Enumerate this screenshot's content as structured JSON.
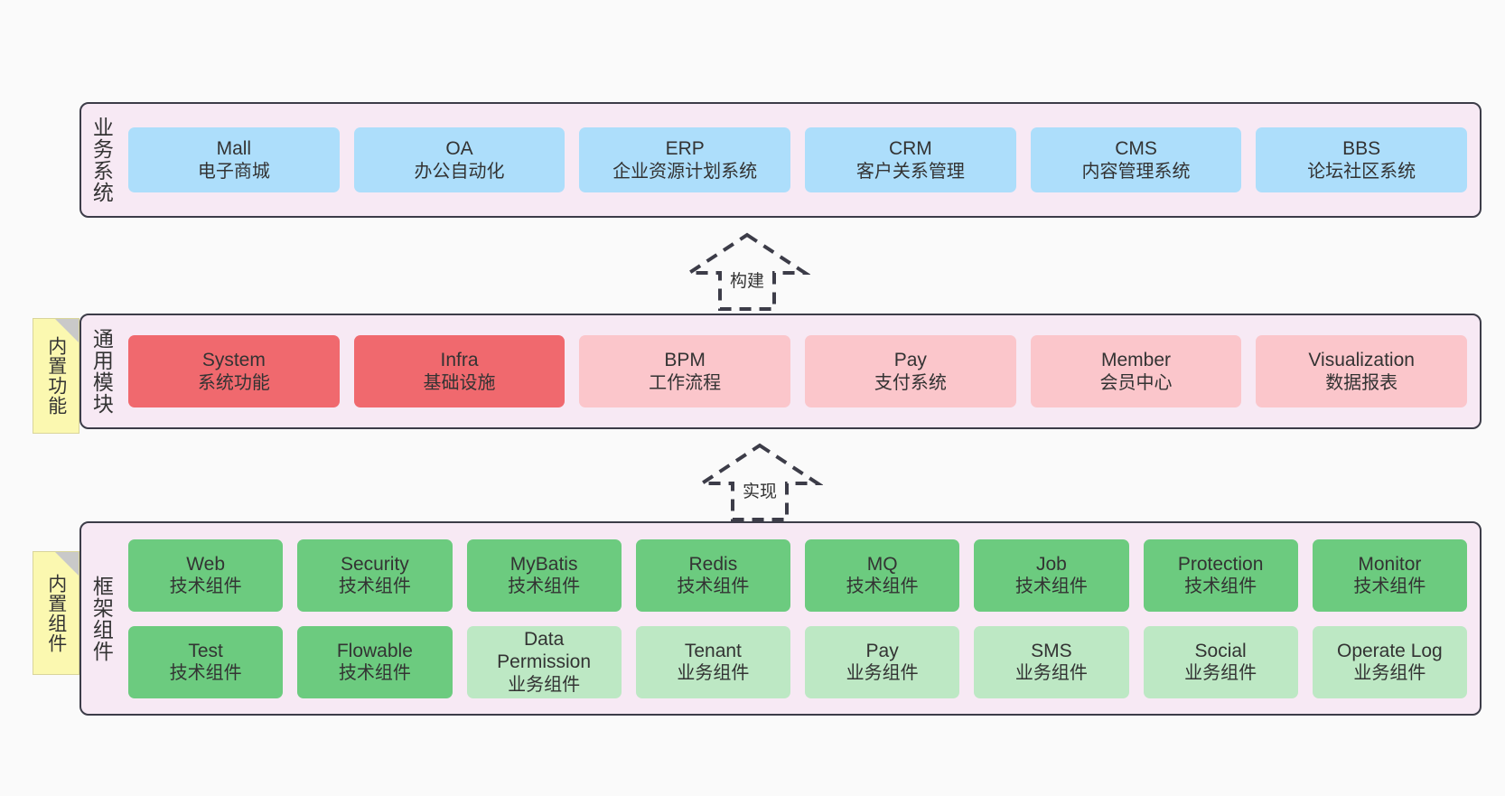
{
  "diagram": {
    "title": "ruoyi-vue-pro architecture layers",
    "background": "#fafafa",
    "panel_bg": "#f7e9f4",
    "panel_border": "#3c3c48",
    "note_bg": "#fbf8b0"
  },
  "layers": [
    {
      "id": "business",
      "label": "业务系统",
      "note": null,
      "rows": [
        {
          "cards": [
            {
              "en": "Mall",
              "cn": "电子商城",
              "color": "#addefb"
            },
            {
              "en": "OA",
              "cn": "办公自动化",
              "color": "#addefb"
            },
            {
              "en": "ERP",
              "cn": "企业资源计划系统",
              "color": "#addefb"
            },
            {
              "en": "CRM",
              "cn": "客户关系管理",
              "color": "#addefb"
            },
            {
              "en": "CMS",
              "cn": "内容管理系统",
              "color": "#addefb"
            },
            {
              "en": "BBS",
              "cn": "论坛社区系统",
              "color": "#addefb"
            }
          ]
        }
      ]
    },
    {
      "id": "common",
      "label": "通用模块",
      "note": "内置功能",
      "rows": [
        {
          "cards": [
            {
              "en": "System",
              "cn": "系统功能",
              "color": "#f0696e"
            },
            {
              "en": "Infra",
              "cn": "基础设施",
              "color": "#f0696e"
            },
            {
              "en": "BPM",
              "cn": "工作流程",
              "color": "#fbc6cb"
            },
            {
              "en": "Pay",
              "cn": "支付系统",
              "color": "#fbc6cb"
            },
            {
              "en": "Member",
              "cn": "会员中心",
              "color": "#fbc6cb"
            },
            {
              "en": "Visualization",
              "cn": "数据报表",
              "color": "#fbc6cb"
            }
          ]
        }
      ]
    },
    {
      "id": "framework",
      "label": "框架组件",
      "note": "内置组件",
      "rows": [
        {
          "cards": [
            {
              "en": "Web",
              "cn": "技术组件",
              "color": "#6ccb7f"
            },
            {
              "en": "Security",
              "cn": "技术组件",
              "color": "#6ccb7f"
            },
            {
              "en": "MyBatis",
              "cn": "技术组件",
              "color": "#6ccb7f"
            },
            {
              "en": "Redis",
              "cn": "技术组件",
              "color": "#6ccb7f"
            },
            {
              "en": "MQ",
              "cn": "技术组件",
              "color": "#6ccb7f"
            },
            {
              "en": "Job",
              "cn": "技术组件",
              "color": "#6ccb7f"
            },
            {
              "en": "Protection",
              "cn": "技术组件",
              "color": "#6ccb7f"
            },
            {
              "en": "Monitor",
              "cn": "技术组件",
              "color": "#6ccb7f"
            }
          ]
        },
        {
          "cards": [
            {
              "en": "Test",
              "cn": "技术组件",
              "color": "#6ccb7f"
            },
            {
              "en": "Flowable",
              "cn": "技术组件",
              "color": "#6ccb7f"
            },
            {
              "en": "Data Permission",
              "cn": "业务组件",
              "color": "#bde8c4"
            },
            {
              "en": "Tenant",
              "cn": "业务组件",
              "color": "#bde8c4"
            },
            {
              "en": "Pay",
              "cn": "业务组件",
              "color": "#bde8c4"
            },
            {
              "en": "SMS",
              "cn": "业务组件",
              "color": "#bde8c4"
            },
            {
              "en": "Social",
              "cn": "业务组件",
              "color": "#bde8c4"
            },
            {
              "en": "Operate Log",
              "cn": "业务组件",
              "color": "#bde8c4"
            }
          ]
        }
      ]
    }
  ],
  "arrows": [
    {
      "id": "build",
      "label": "构建",
      "direction": "up",
      "style": "dashed"
    },
    {
      "id": "impl",
      "label": "实现",
      "direction": "up",
      "style": "dashed"
    }
  ]
}
